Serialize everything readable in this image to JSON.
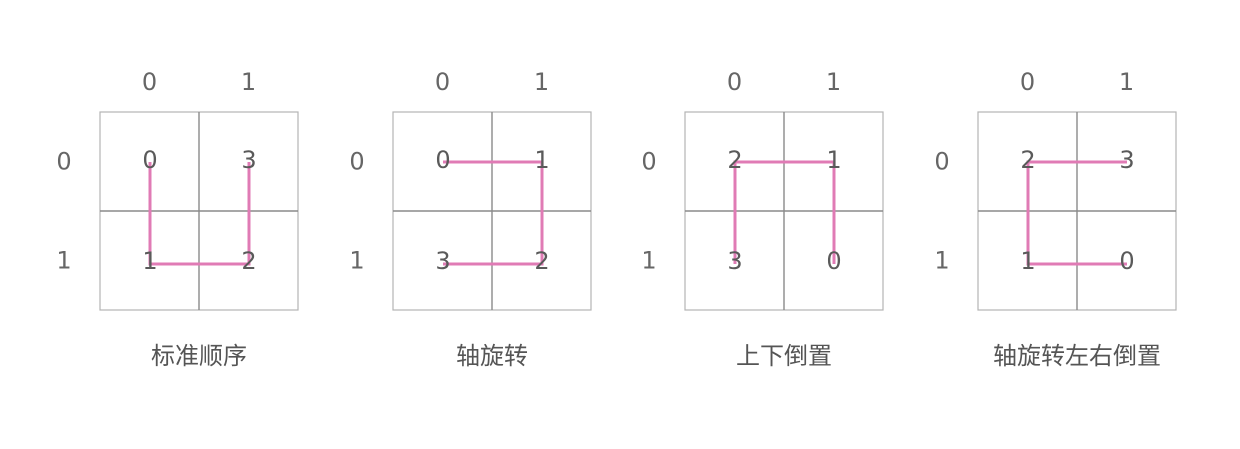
{
  "colors": {
    "path": "#e07bb5",
    "grid": "#b4b4b4",
    "divider": "#8a8a8a",
    "text": "#666666"
  },
  "diagrams": [
    {
      "caption": "标准顺序",
      "col_labels": [
        "0",
        "1"
      ],
      "row_labels": [
        "0",
        "1"
      ],
      "cells": [
        [
          "0",
          "3"
        ],
        [
          "1",
          "2"
        ]
      ],
      "path_order": [
        [
          0,
          0
        ],
        [
          1,
          0
        ],
        [
          1,
          1
        ],
        [
          0,
          1
        ]
      ]
    },
    {
      "caption": "轴旋转",
      "col_labels": [
        "0",
        "1"
      ],
      "row_labels": [
        "0",
        "1"
      ],
      "cells": [
        [
          "0",
          "1"
        ],
        [
          "3",
          "2"
        ]
      ],
      "path_order": [
        [
          0,
          0
        ],
        [
          0,
          1
        ],
        [
          1,
          1
        ],
        [
          1,
          0
        ]
      ]
    },
    {
      "caption": "上下倒置",
      "col_labels": [
        "0",
        "1"
      ],
      "row_labels": [
        "0",
        "1"
      ],
      "cells": [
        [
          "2",
          "1"
        ],
        [
          "3",
          "0"
        ]
      ],
      "path_order": [
        [
          1,
          1
        ],
        [
          0,
          1
        ],
        [
          0,
          0
        ],
        [
          1,
          0
        ]
      ]
    },
    {
      "caption": "轴旋转左右倒置",
      "col_labels": [
        "0",
        "1"
      ],
      "row_labels": [
        "0",
        "1"
      ],
      "cells": [
        [
          "2",
          "3"
        ],
        [
          "1",
          "0"
        ]
      ],
      "path_order": [
        [
          1,
          1
        ],
        [
          1,
          0
        ],
        [
          0,
          0
        ],
        [
          0,
          1
        ]
      ]
    }
  ]
}
